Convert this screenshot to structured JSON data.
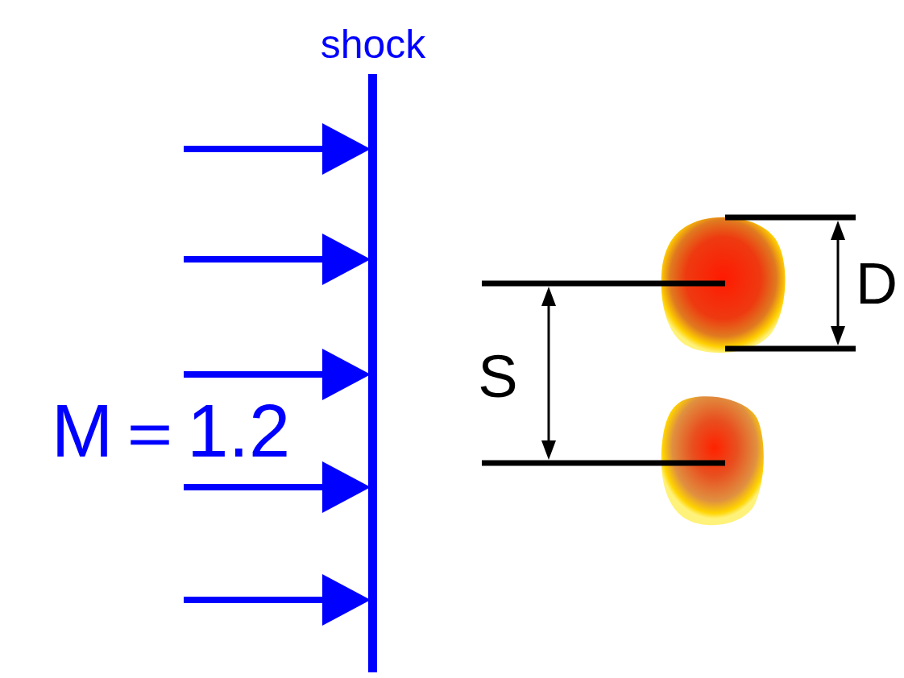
{
  "diagram": {
    "labels": [
      "shock",
      "M＝1.2",
      "S",
      "D"
    ]
  }
}
